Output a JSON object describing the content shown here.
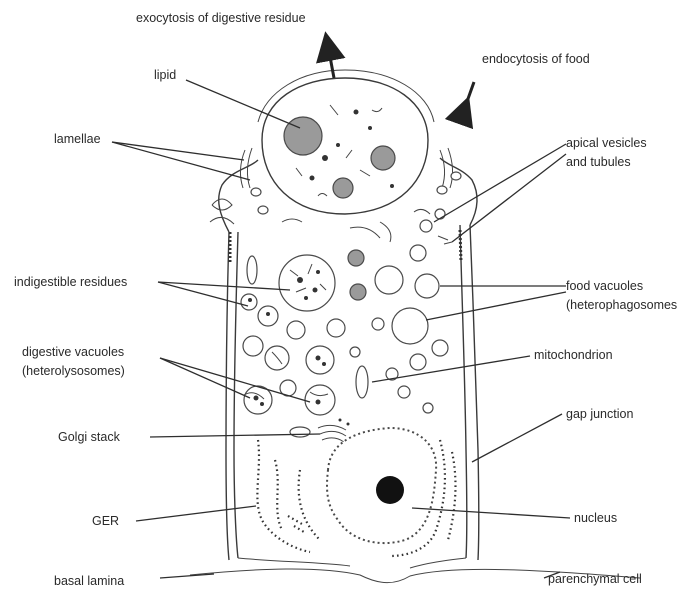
{
  "labels": {
    "exocytosis": "exocytosis of digestive residue",
    "endocytosis": "endocytosis of food",
    "lipid": "lipid",
    "lamellae": "lamellae",
    "apical_1": "apical vesicles",
    "apical_2": "and tubules",
    "indigestible": "indigestible residues",
    "food_1": "food vacuoles",
    "food_2": "(heterophagosomes",
    "digestive_1": "digestive vacuoles",
    "digestive_2": "(heterolysosomes)",
    "mitochondrion": "mitochondrion",
    "gap_junction": "gap junction",
    "golgi": "Golgi stack",
    "ger": "GER",
    "nucleus": "nucleus",
    "basal_lamina": "basal lamina",
    "parenchymal": "parenchymal cell"
  }
}
